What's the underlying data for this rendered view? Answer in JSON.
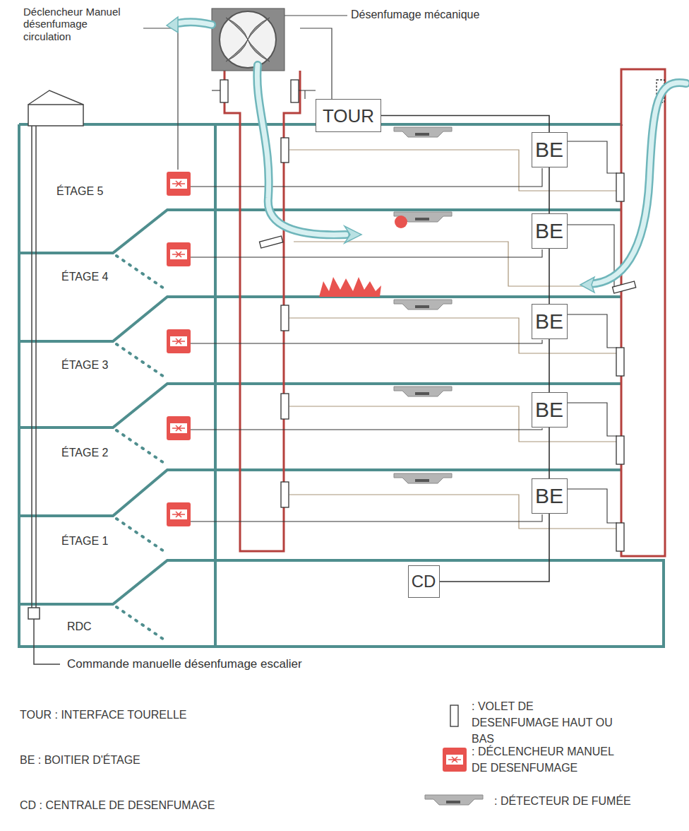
{
  "diagram": {
    "nodes": [
      {
        "text": [
          "TOUR"
        ]
      },
      {
        "text": [
          "BE"
        ]
      },
      {
        "text": [
          "BE"
        ]
      },
      {
        "text": [
          "BE"
        ]
      },
      {
        "text": [
          "BE"
        ]
      },
      {
        "text": [
          "BE"
        ]
      },
      {
        "text": [
          "CD"
        ]
      }
    ],
    "edges": [
      {
        "from": 0,
        "to": 1,
        "arrow": "none"
      },
      {
        "from": 1,
        "to": 2,
        "arrow": "none"
      },
      {
        "from": 2,
        "to": 3,
        "arrow": "none"
      },
      {
        "from": 3,
        "to": 4,
        "arrow": "none"
      },
      {
        "from": 4,
        "to": 5,
        "arrow": "none"
      },
      {
        "from": 5,
        "to": 6,
        "arrow": "none"
      }
    ],
    "labels": [
      "Déclencheur Manuel désenfumage circulation",
      "Désenfumage mécanique",
      "ÉTAGE 5",
      "ÉTAGE 4",
      "ÉTAGE 3",
      "ÉTAGE 2",
      "ÉTAGE 1",
      "RDC",
      "Commande manuelle désenfumage escalier"
    ],
    "legend": [
      {
        "text": "TOUR : INTERFACE TOURELLE"
      },
      {
        "text": "BE : BOITIER D'ÉTAGE"
      },
      {
        "text": "CD : CENTRALE DE DESENFUMAGE"
      },
      {
        "text": ": VOLET DE DESENFUMAGE HAUT OU BAS"
      },
      {
        "text": ": DÉCLENCHEUR MANUEL DE DESENFUMAGE"
      },
      {
        "text": ": DÉTECTEUR DE FUMÉE"
      }
    ]
  }
}
